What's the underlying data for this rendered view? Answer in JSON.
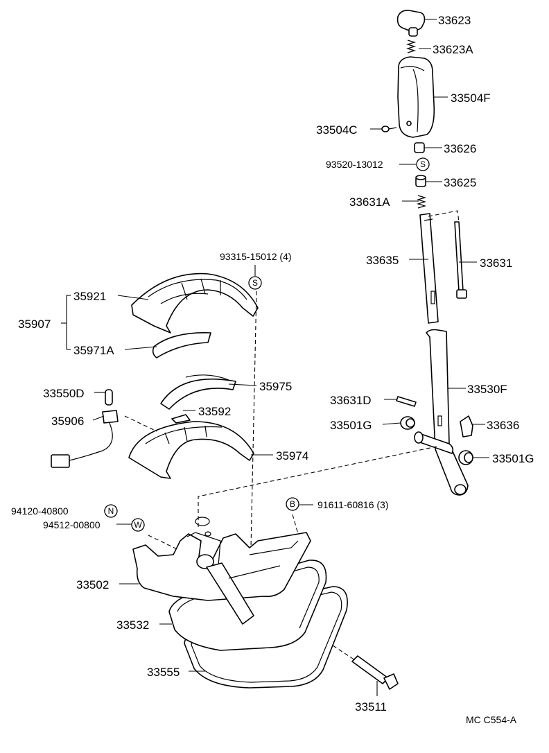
{
  "diagram_id": "MC  C554-A",
  "labels": {
    "p33623": "33623",
    "p33623A": "33623A",
    "p33504F": "33504F",
    "p33504C": "33504C",
    "p33626": "33626",
    "p93520": "93520-13012",
    "p33625": "33625",
    "p33631A": "33631A",
    "p33635": "33635",
    "p33631": "33631",
    "p93315": "93315-15012 (4)",
    "p35921": "35921",
    "p35907": "35907",
    "p35971A": "35971A",
    "p35975": "35975",
    "p33550D": "33550D",
    "p35906": "35906",
    "p33592": "33592",
    "p35974": "35974",
    "p33631D": "33631D",
    "p33530F": "33530F",
    "p33501G_a": "33501G",
    "p33636": "33636",
    "p33501G_b": "33501G",
    "p94120": "94120-40800",
    "p94512": "94512-00800",
    "p91611": "91611-60816 (3)",
    "p33502": "33502",
    "p33532": "33532",
    "p33555": "33555",
    "p33511": "33511"
  },
  "symbols": {
    "s": "S",
    "n": "N",
    "w": "W",
    "b": "B"
  },
  "icons": [
    "shift-knob-icon",
    "shift-boot-icon",
    "shift-lever-icon",
    "bracket-icon",
    "gasket-icon",
    "bolt-icon",
    "switch-icon"
  ]
}
